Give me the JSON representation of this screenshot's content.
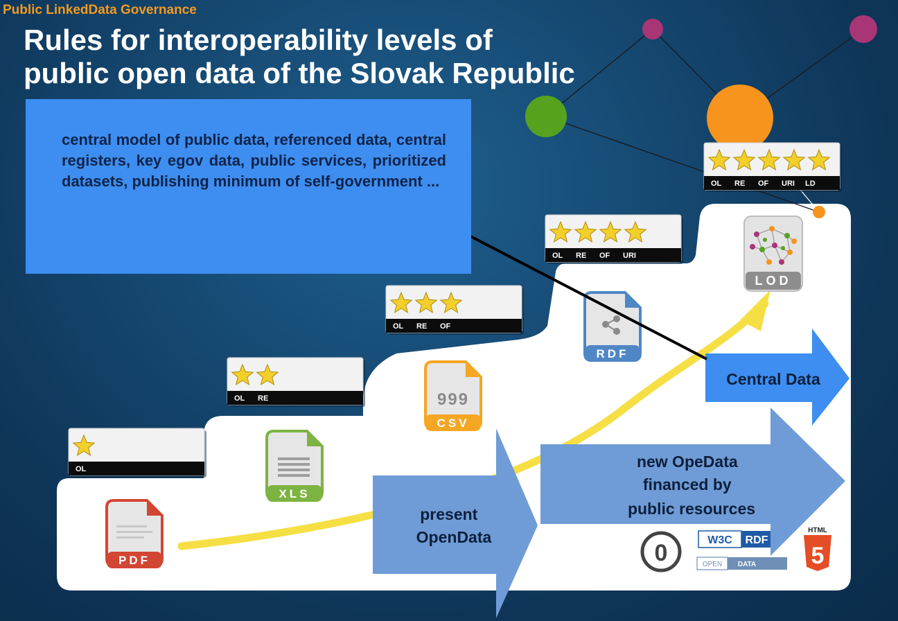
{
  "header": {
    "overline": "Public LinkedData Governance",
    "title_line1": "Rules for interoperability levels of",
    "title_line2": "public open data of the Slovak Republic"
  },
  "description": "central model of public data, referenced data,  central registers, key egov data, public services, prioritized datasets, publishing minimum of self-government ...",
  "levels": [
    {
      "stars": 1,
      "codes": [
        "OL"
      ]
    },
    {
      "stars": 2,
      "codes": [
        "OL",
        "RE"
      ]
    },
    {
      "stars": 3,
      "codes": [
        "OL",
        "RE",
        "OF"
      ]
    },
    {
      "stars": 4,
      "codes": [
        "OL",
        "RE",
        "OF",
        "URI"
      ]
    },
    {
      "stars": 5,
      "codes": [
        "OL",
        "RE",
        "OF",
        "URI",
        "LD"
      ]
    }
  ],
  "formats": {
    "pdf": "PDF",
    "xls": "XLS",
    "csv": "CSV",
    "csv_glyph": "999",
    "rdf": "RDF",
    "lod": "LOD"
  },
  "arrows": {
    "present": [
      "present",
      "OpenData"
    ],
    "new": [
      "new OpeData",
      "financed by",
      "public resources"
    ],
    "central": "Central Data"
  },
  "logos": {
    "cc0": "0",
    "w3c": "W3C",
    "rdf": "RDF",
    "open": "OPEN",
    "data": "DATA",
    "html": "HTML",
    "html5": "5"
  },
  "colors": {
    "background": "#164a73",
    "overline": "#f39a1e",
    "text_box": "#3d8ef0",
    "arrow": "#6f9cd6",
    "central_arrow": "#3d8ef0",
    "star": "#f2cf2a",
    "curve": "#f5df45",
    "node_green": "#56a21f",
    "node_orange": "#f7941d",
    "node_purple": "#a83575"
  }
}
